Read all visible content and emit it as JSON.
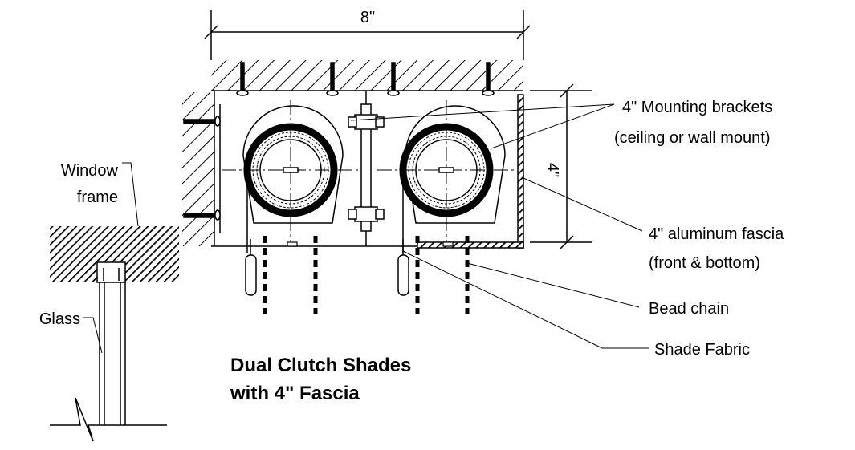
{
  "dimensions": {
    "width_label": "8\"",
    "height_label": "4\""
  },
  "labels": {
    "brackets_line1": "4\" Mounting brackets",
    "brackets_line2": "(ceiling or wall mount)",
    "window_frame_line1": "Window",
    "window_frame_line2": "frame",
    "fascia_line1": "4\" aluminum fascia",
    "fascia_line2": "(front & bottom)",
    "glass": "Glass",
    "bead_chain": "Bead chain",
    "shade_fabric": "Shade Fabric"
  },
  "title": {
    "line1": "Dual Clutch Shades",
    "line2": "with 4\" Fascia"
  }
}
